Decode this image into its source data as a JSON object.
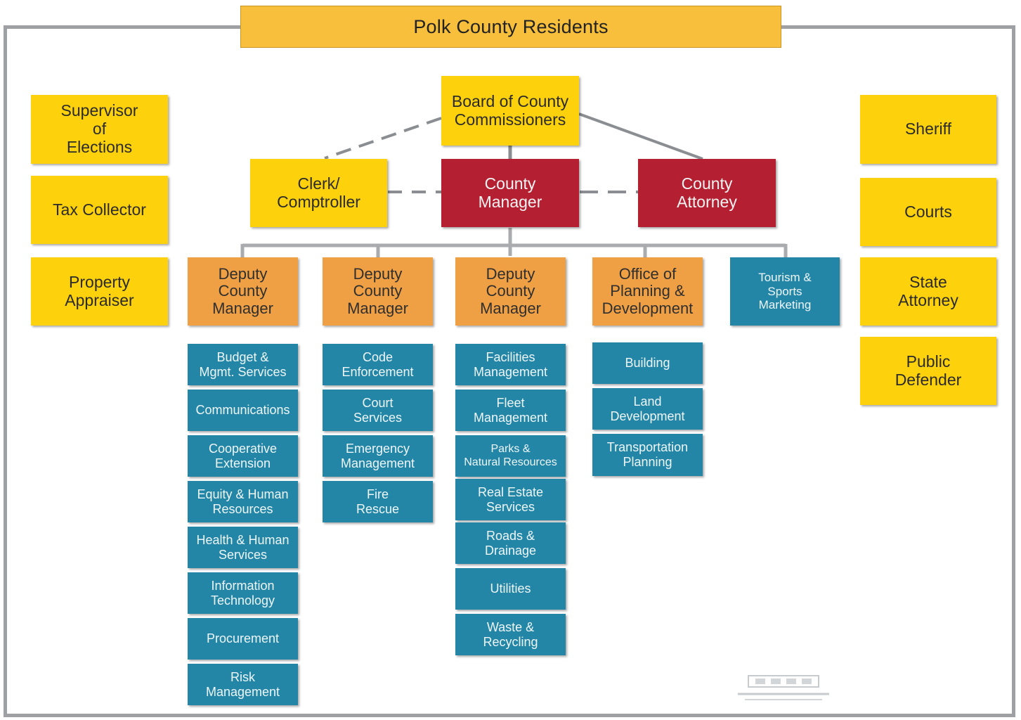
{
  "title": "Polk County Residents",
  "left_column": [
    "Supervisor\nof\nElections",
    "Tax Collector",
    "Property\nAppraiser"
  ],
  "right_column": [
    "Sheriff",
    "Courts",
    "State\nAttorney",
    "Public\nDefender"
  ],
  "board": "Board of County\nCommissioners",
  "clerk": "Clerk/\nComptroller",
  "county_manager": "County\nManager",
  "county_attorney": "County\nAttorney",
  "divisions": [
    {
      "label": "Deputy\nCounty\nManager",
      "departments": [
        "Budget &\nMgmt. Services",
        "Communications",
        "Cooperative\nExtension",
        "Equity & Human\nResources",
        "Health & Human\nServices",
        "Information\nTechnology",
        "Procurement",
        "Risk\nManagement"
      ]
    },
    {
      "label": "Deputy\nCounty\nManager",
      "departments": [
        "Code\nEnforcement",
        "Court\nServices",
        "Emergency\nManagement",
        "Fire\nRescue"
      ]
    },
    {
      "label": "Deputy\nCounty\nManager",
      "departments": [
        "Facilities\nManagement",
        "Fleet\nManagement",
        "Parks &\nNatural Resources",
        "Real Estate\nServices",
        "Roads &\nDrainage",
        "Utilities",
        "Waste &\nRecycling"
      ]
    },
    {
      "label": "Office of\nPlanning &\nDevelopment",
      "departments": [
        "Building",
        "Land\nDevelopment",
        "Transportation\nPlanning"
      ]
    },
    {
      "label": "Tourism &\nSports\nMarketing",
      "departments": []
    }
  ],
  "colors": {
    "elected_office": "#fdd10c",
    "county_leadership": "#b42032",
    "deputy_level": "#f0a044",
    "department": "#2386a6",
    "title_bar": "#f7bf3c",
    "frame": "#9ea0a3"
  }
}
